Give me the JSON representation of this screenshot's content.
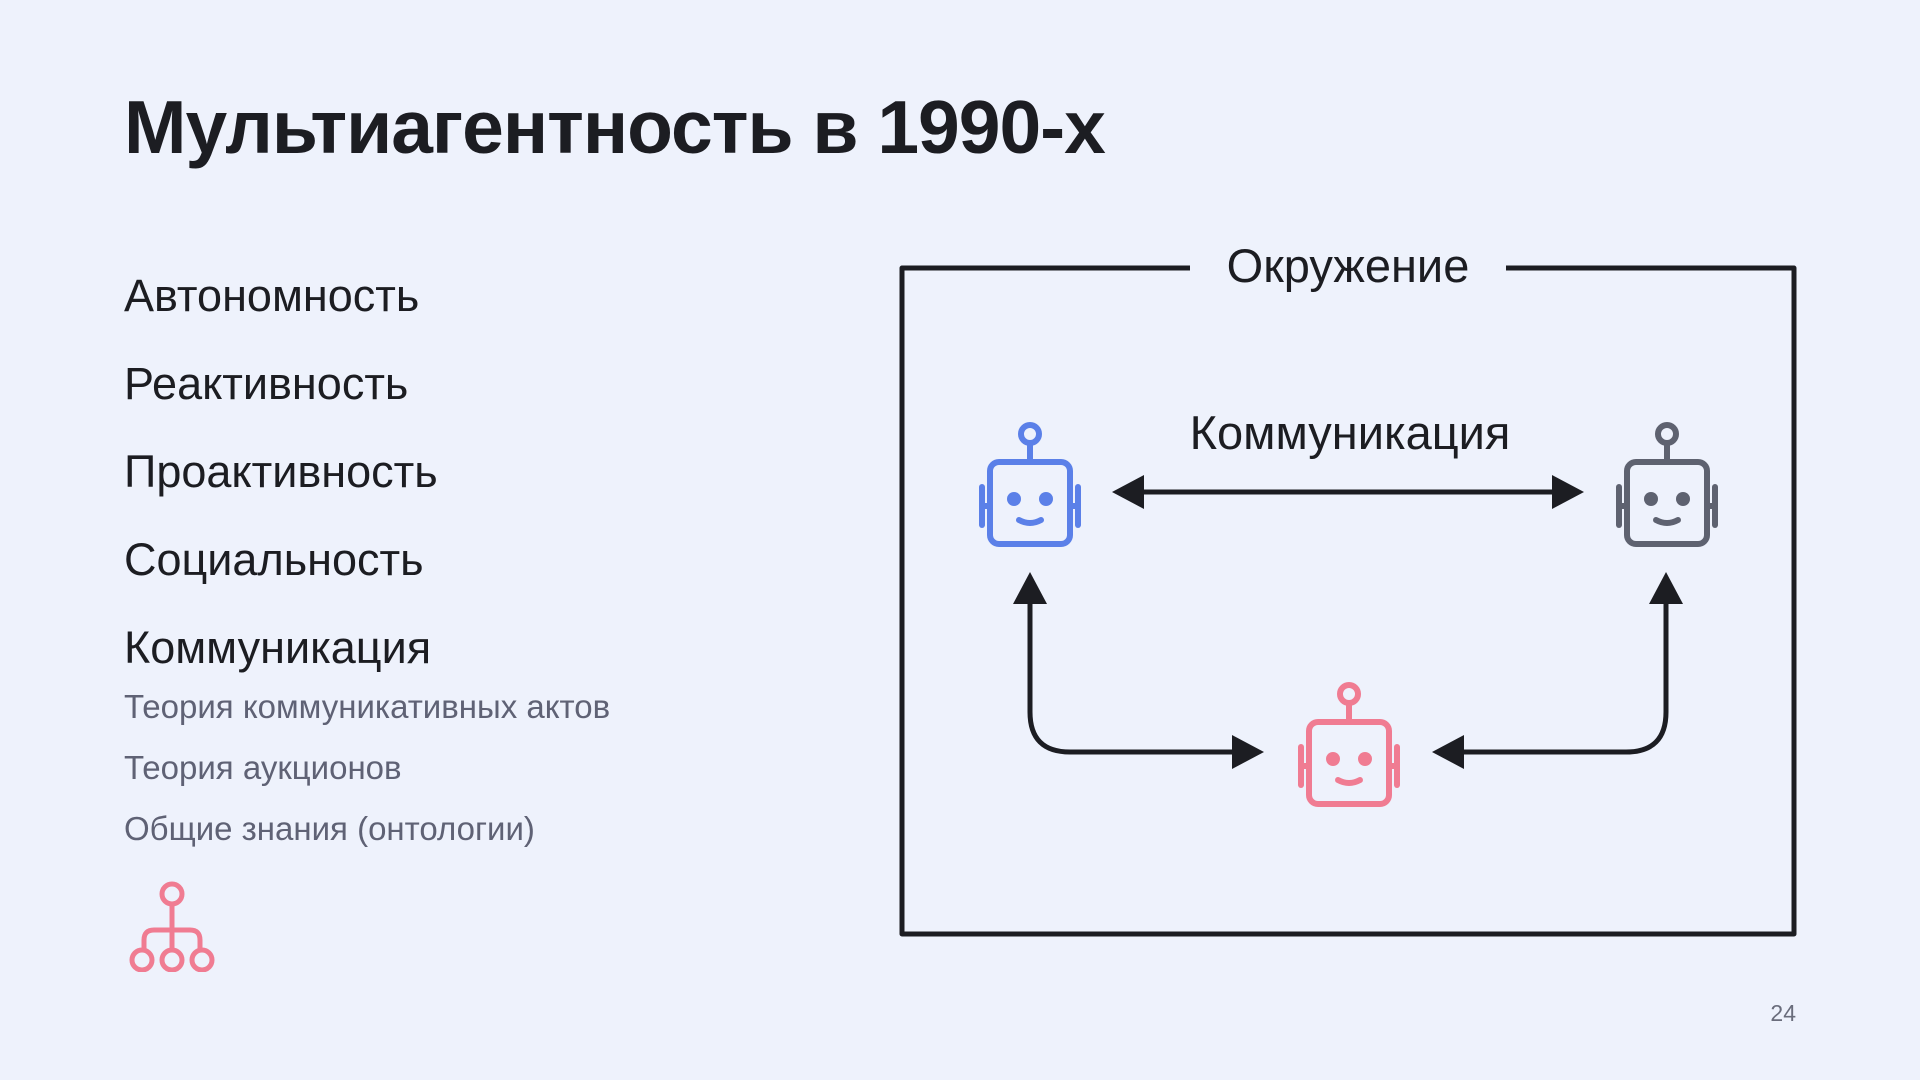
{
  "slide": {
    "title": "Мультиагентность в 1990-х",
    "items": [
      {
        "label": "Автономность"
      },
      {
        "label": "Реактивность"
      },
      {
        "label": "Проактивность"
      },
      {
        "label": "Социальность"
      },
      {
        "label": "Коммуникация"
      }
    ],
    "subitems": [
      {
        "label": "Теория коммуникативных актов"
      },
      {
        "label": "Теория аукционов"
      },
      {
        "label": "Общие знания (онтологии)"
      }
    ],
    "icon": "hierarchy-icon",
    "page_number": "24"
  },
  "diagram": {
    "environment_label": "Окружение",
    "communication_label": "Коммуникация",
    "agents": [
      {
        "name": "robot-blue",
        "color": "#5b80e8"
      },
      {
        "name": "robot-gray",
        "color": "#5e6270"
      },
      {
        "name": "robot-pink",
        "color": "#f07c92"
      }
    ],
    "line_color": "#1c1d22",
    "accent_color": "#f07c92"
  }
}
